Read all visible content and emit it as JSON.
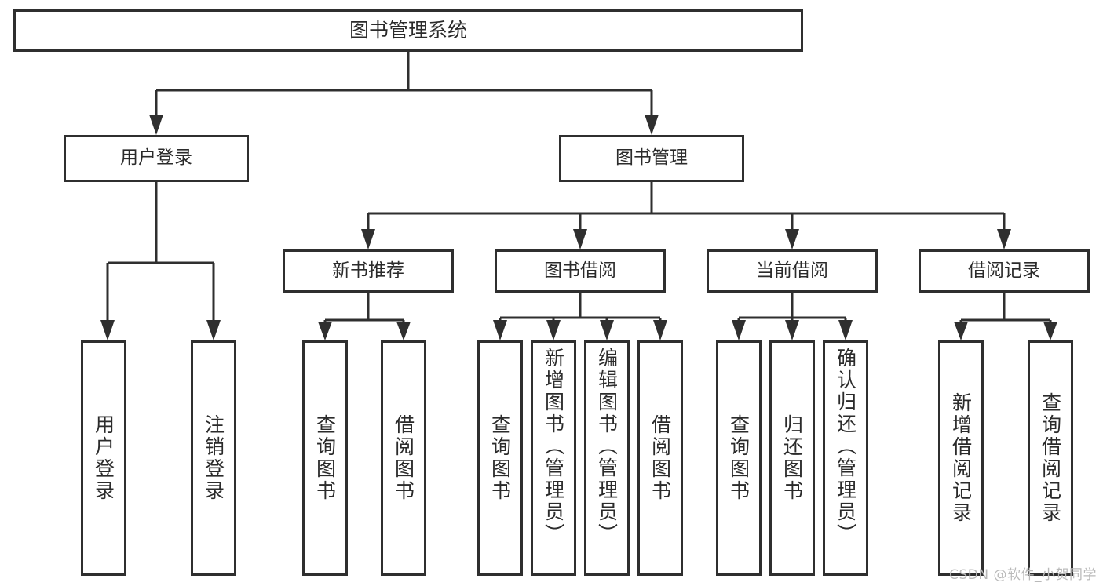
{
  "diagram": {
    "title": "图书管理系统",
    "type": "hierarchy-tree",
    "root": {
      "id": "root",
      "label": "图书管理系统"
    },
    "level2": [
      {
        "id": "user-login",
        "label": "用户登录"
      },
      {
        "id": "book-manage",
        "label": "图书管理"
      }
    ],
    "level3": [
      {
        "id": "new-book-recommend",
        "label": "新书推荐"
      },
      {
        "id": "book-borrow",
        "label": "图书借阅"
      },
      {
        "id": "current-borrow",
        "label": "当前借阅"
      },
      {
        "id": "borrow-record",
        "label": "借阅记录"
      }
    ],
    "leaves": {
      "user_login": [
        {
          "id": "leaf-user-login",
          "label": "用户登录"
        },
        {
          "id": "leaf-user-logout",
          "label": "注销登录"
        }
      ],
      "new_book_recommend": [
        {
          "id": "leaf-query-book-1",
          "label": "查询图书"
        },
        {
          "id": "leaf-borrow-book-1",
          "label": "借阅图书"
        }
      ],
      "book_borrow": [
        {
          "id": "leaf-query-book-2",
          "label": "查询图书"
        },
        {
          "id": "leaf-add-book",
          "label": "新增图书（管理员）"
        },
        {
          "id": "leaf-edit-book",
          "label": "编辑图书（管理员）"
        },
        {
          "id": "leaf-borrow-book-2",
          "label": "借阅图书"
        }
      ],
      "current_borrow": [
        {
          "id": "leaf-query-book-3",
          "label": "查询图书"
        },
        {
          "id": "leaf-return-book",
          "label": "归还图书"
        },
        {
          "id": "leaf-confirm-return",
          "label": "确认归还（管理员）"
        }
      ],
      "borrow_record": [
        {
          "id": "leaf-add-record",
          "label": "新增借阅记录"
        },
        {
          "id": "leaf-query-record",
          "label": "查询借阅记录"
        }
      ]
    }
  },
  "watermark": {
    "text": "CSDN @软件_小贺同学"
  },
  "colors": {
    "stroke": "#2f2f2f",
    "background": "#ffffff",
    "text": "#2b2b2b",
    "watermark": "#b9b9b9"
  }
}
